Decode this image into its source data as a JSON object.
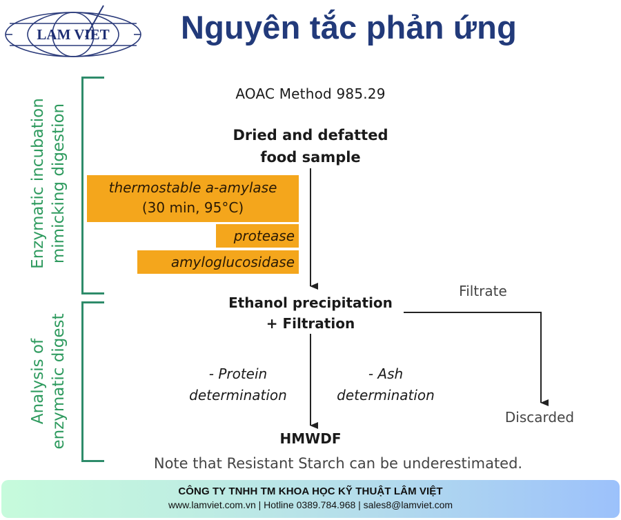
{
  "header": {
    "logo_text": "LAM VIET",
    "title": "Nguyên tắc phản ứng"
  },
  "sections": {
    "top_label_line1": "Enzymatic incubation",
    "top_label_line2": "mimicking digestion",
    "bottom_label_line1": "Analysis of",
    "bottom_label_line2": "enzymatic digest"
  },
  "flow": {
    "method": "AOAC Method 985.29",
    "sample_line1": "Dried and defatted",
    "sample_line2": "food sample",
    "enzymes": {
      "amylase_name": "thermostable a-amylase",
      "amylase_conditions": "(30 min, 95°C)",
      "protease": "protease",
      "amyloglucosidase": "amyloglucosidase"
    },
    "precipitation_line1": "Ethanol precipitation",
    "precipitation_line2": "+ Filtration",
    "filtrate": "Filtrate",
    "protein_line1": "- Protein",
    "protein_line2": "determination",
    "ash_line1": "- Ash",
    "ash_line2": "determination",
    "result": "HMWDF",
    "discarded": "Discarded",
    "note": "Note that Resistant Starch can be underestimated."
  },
  "footer": {
    "company": "CÔNG TY TNHH TM KHOA HỌC KỸ THUẬT LÂM VIỆT",
    "contact": "www.lamviet.com.vn | Hotline 0389.784.968 | sales8@lamviet.com"
  },
  "colors": {
    "title": "#223a7a",
    "bracket": "#2e8b6a",
    "section_label": "#2e9a5e",
    "enzyme_box": "#f4a61c"
  }
}
